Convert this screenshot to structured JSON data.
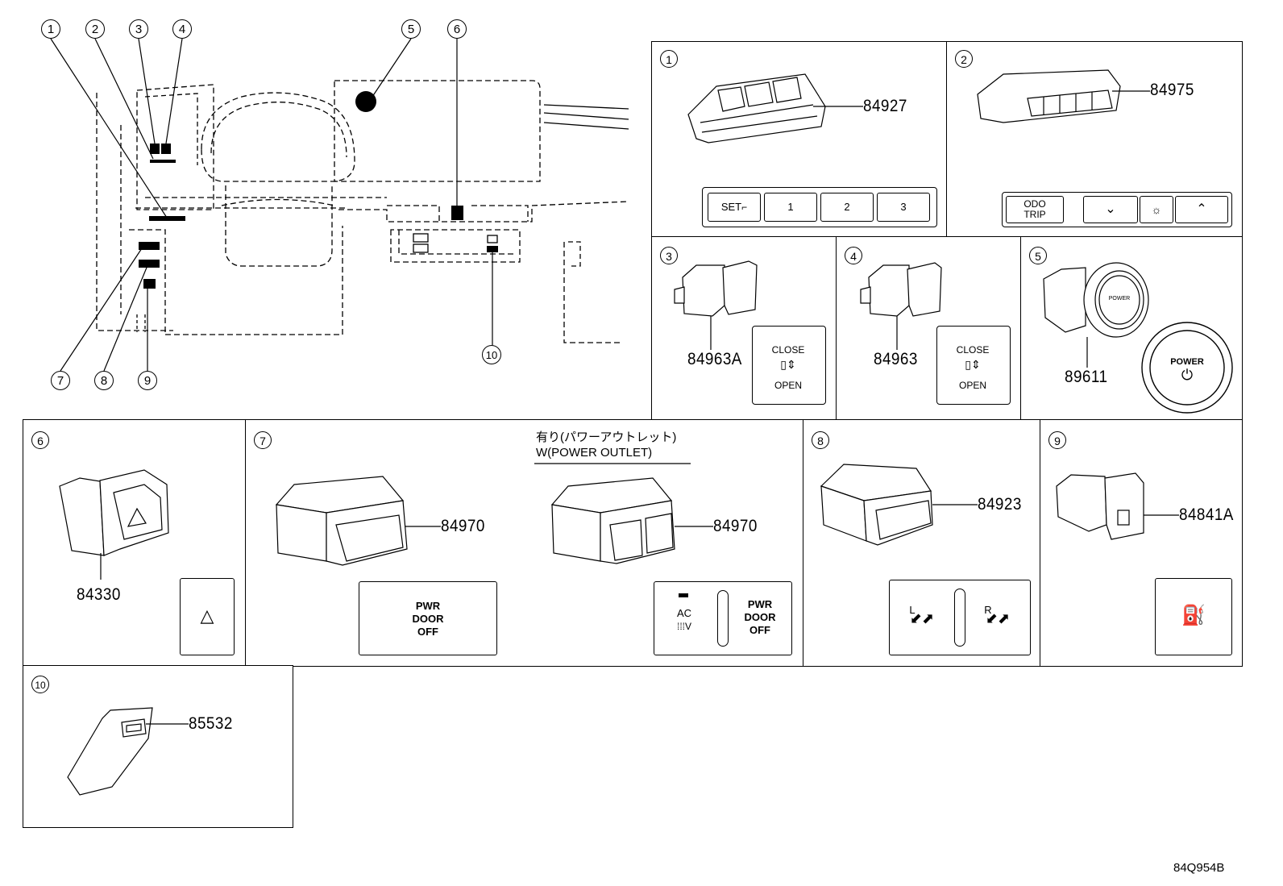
{
  "overview": {
    "callouts_top": [
      "1",
      "2",
      "3",
      "4",
      "5",
      "6"
    ],
    "callouts_bottom": [
      "7",
      "8",
      "9",
      "10"
    ]
  },
  "panels": [
    {
      "id": "p1",
      "num": "1",
      "part": "84927",
      "buttons": [
        "SET",
        "1",
        "2",
        "3"
      ]
    },
    {
      "id": "p2",
      "num": "2",
      "part": "84975",
      "buttons": [
        "ODO\nTRIP"
      ]
    },
    {
      "id": "p3",
      "num": "3",
      "part": "84963A",
      "face": {
        "top": "CLOSE",
        "bottom": "OPEN"
      }
    },
    {
      "id": "p4",
      "num": "4",
      "part": "84963",
      "face": {
        "top": "CLOSE",
        "bottom": "OPEN"
      }
    },
    {
      "id": "p5",
      "num": "5",
      "part": "89611",
      "face": {
        "text": "POWER"
      }
    },
    {
      "id": "p6",
      "num": "6",
      "part": "84330"
    },
    {
      "id": "p7",
      "num": "7",
      "part_left": "84970",
      "part_right": "84970",
      "note_jp": "有り(パワーアウトレット)",
      "note_en": "W(POWER OUTLET)",
      "face_left": "PWR\nDOOR\nOFF",
      "face_right_ac": "AC",
      "face_right_ac_sub": "⁞⁞⁞V",
      "face_right": "PWR\nDOOR\nOFF"
    },
    {
      "id": "p8",
      "num": "8",
      "part": "84923",
      "face_left": "L",
      "face_right": "R"
    },
    {
      "id": "p9",
      "num": "9",
      "part": "84841A"
    },
    {
      "id": "p10",
      "num": "10",
      "part": "85532"
    }
  ],
  "footer_code": "84Q954B",
  "icons": [
    "hazard-icon",
    "fuel-door-icon",
    "power-symbol-icon",
    "seat-icon",
    "dimmer-icon",
    "chevron-down-icon",
    "chevron-up-icon",
    "sliding-door-icon",
    "mirror-adjust-icon"
  ]
}
